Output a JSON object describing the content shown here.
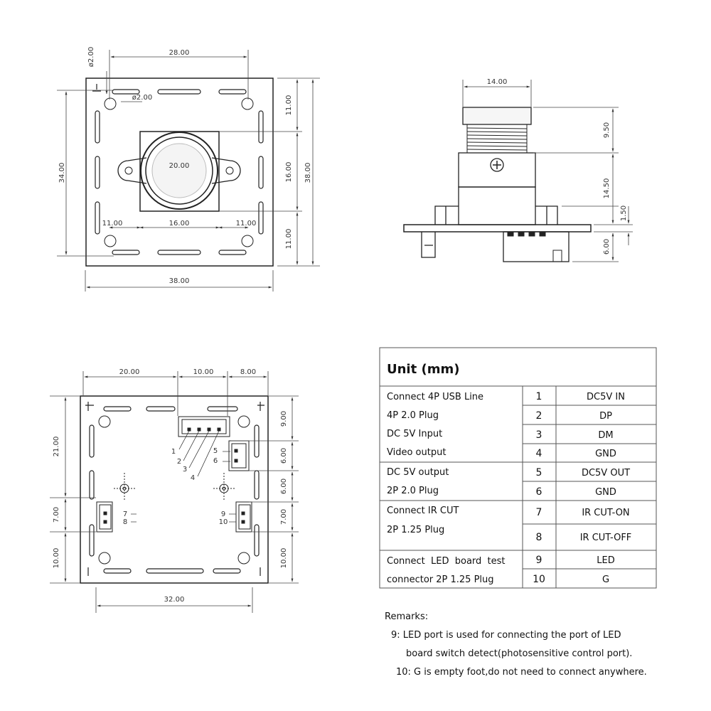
{
  "views": {
    "front": {
      "dims": {
        "hole_dia_vertical": "ø2.00",
        "hole_spacing_top": "28.00",
        "hole_dia": "ø2.00",
        "lens_dia": "20.00",
        "hole_to_lens_left": "11.00",
        "lens_width": "16.00",
        "hole_to_lens_right": "11.00",
        "total_width": "38.00",
        "hole_spacing_vertical": "34.00",
        "total_height": "38.00",
        "top_offset": "11.00",
        "lens_height": "16.00",
        "bottom_offset": "11.00"
      }
    },
    "side": {
      "dims": {
        "lens_width": "14.00",
        "lens_height": "9.50",
        "holder_height": "14.50",
        "pcb_thickness": "1.50",
        "connector_height": "6.00"
      }
    },
    "back": {
      "dims": {
        "top_left": "20.00",
        "top_mid": "10.00",
        "top_right": "8.00",
        "left_upper": "21.00",
        "left_mid": "7.00",
        "left_lower": "10.00",
        "right_1": "9.00",
        "right_2": "6.00",
        "right_3": "6.00",
        "right_4": "7.00",
        "right_5": "10.00",
        "bottom_width": "32.00"
      },
      "pins": [
        "1",
        "2",
        "3",
        "4",
        "5",
        "6",
        "7",
        "8",
        "9",
        "10"
      ]
    }
  },
  "table": {
    "title": "Unit (mm)",
    "groups": [
      {
        "lines": [
          "Connect 4P USB Line",
          "4P 2.0 Plug",
          "DC 5V Input",
          "Video output"
        ]
      },
      {
        "lines": [
          "DC 5V output",
          "2P 2.0 Plug"
        ]
      },
      {
        "lines": [
          "Connect IR CUT",
          "2P 1.25 Plug"
        ]
      },
      {
        "lines": [
          "Connect  LED  board  test",
          "connector 2P 1.25 Plug"
        ]
      }
    ],
    "rows": [
      {
        "num": "1",
        "func": "DC5V IN"
      },
      {
        "num": "2",
        "func": "DP"
      },
      {
        "num": "3",
        "func": "DM"
      },
      {
        "num": "4",
        "func": "GND"
      },
      {
        "num": "5",
        "func": "DC5V OUT"
      },
      {
        "num": "6",
        "func": "GND"
      },
      {
        "num": "7",
        "func": "IR CUT-ON"
      },
      {
        "num": "8",
        "func": "IR CUT-OFF"
      },
      {
        "num": "9",
        "func": "LED"
      },
      {
        "num": "10",
        "func": "G"
      }
    ]
  },
  "remarks": {
    "title": "Remarks:",
    "line1": "9: LED port is used for connecting the port of LED",
    "line2": "board switch detect(photosensitive control port).",
    "line3": "10: G is empty foot,do not need to connect anywhere."
  }
}
